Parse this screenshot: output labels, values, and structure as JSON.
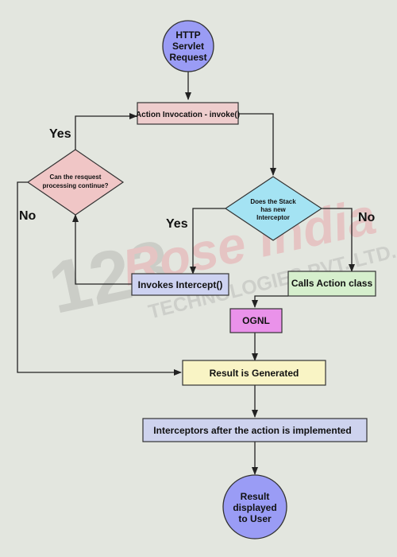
{
  "watermark": {
    "logo_number": "123",
    "brand": "Rose India",
    "company": "TECHNOLOGIES PVT. LTD."
  },
  "nodes": {
    "start": {
      "lines": [
        "HTTP",
        "Servlet",
        "Request"
      ],
      "fill": "#9a9cf5"
    },
    "action_invocation": {
      "text": "Action Invocation - invoke()",
      "fill": "#eecdcd"
    },
    "can_continue": {
      "lines": [
        "Can the resquest",
        "processing continue?"
      ],
      "fill": "#f0c6c6"
    },
    "new_interceptor": {
      "lines": [
        "Does the Stack",
        "has new",
        "Interceptor"
      ],
      "fill": "#a4e3f3"
    },
    "invokes_intercept": {
      "text": "Invokes Intercept()",
      "fill": "#cdd2f1"
    },
    "calls_action": {
      "text": "Calls Action class",
      "fill": "#d6efcd"
    },
    "ognl": {
      "text": "OGNL",
      "fill": "#ea92ea"
    },
    "result_generated": {
      "text": "Result is Generated",
      "fill": "#f9f4c5"
    },
    "interceptors_after": {
      "text": "Interceptors after the action is implemented",
      "fill": "#ced3ee"
    },
    "end": {
      "lines": [
        "Result",
        "displayed",
        "to User"
      ],
      "fill": "#9a9cf5"
    }
  },
  "labels": {
    "yes_left": "Yes",
    "no_left": "No",
    "yes_right": "Yes",
    "no_right": "No"
  },
  "colors": {
    "background": "#e3e6df",
    "stroke": "#333333",
    "arrow": "#222222"
  }
}
